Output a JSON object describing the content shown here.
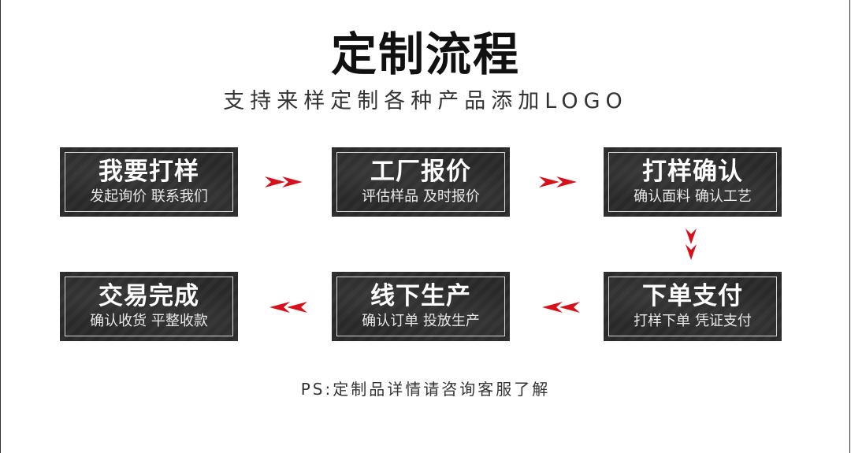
{
  "header": {
    "title": "定制流程",
    "subtitle": "支持来样定制各种产品添加LOGO"
  },
  "steps": [
    {
      "title": "我要打样",
      "desc": "发起询价 联系我们"
    },
    {
      "title": "工厂报价",
      "desc": "评估样品 及时报价"
    },
    {
      "title": "打样确认",
      "desc": "确认面料 确认工艺"
    },
    {
      "title": "下单支付",
      "desc": "打样下单 凭证支付"
    },
    {
      "title": "线下生产",
      "desc": "确认订单 投放生产"
    },
    {
      "title": "交易完成",
      "desc": "确认收货 平整收款"
    }
  ],
  "arrows": {
    "color": "#d7111b",
    "box_color": "#2a2a2a"
  },
  "footnote": "PS:定制品详情请咨询客服了解"
}
